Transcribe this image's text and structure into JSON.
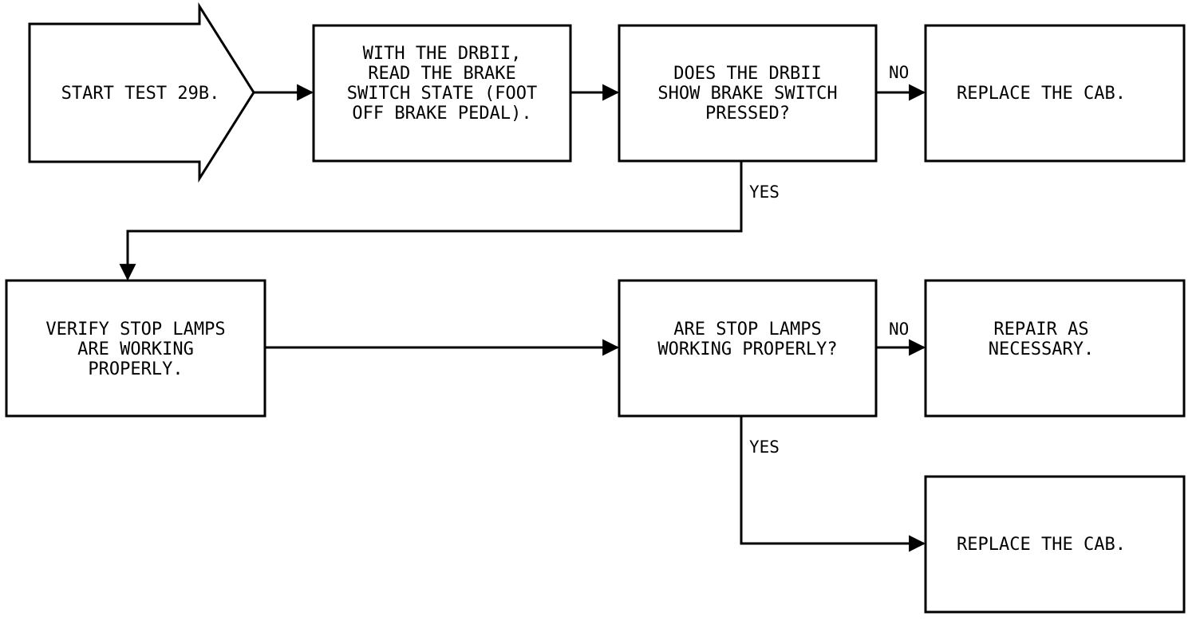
{
  "flowchart": {
    "start": "START TEST 29B.",
    "step_read_switch": [
      "WITH THE DRBII,",
      "READ THE BRAKE",
      "SWITCH STATE (FOOT",
      "OFF BRAKE PEDAL)."
    ],
    "question_pressed": [
      "DOES THE DRBII",
      "SHOW BRAKE SWITCH",
      "PRESSED?"
    ],
    "result_replace_1": "REPLACE THE CAB.",
    "step_verify_lamps": [
      "VERIFY STOP LAMPS",
      "ARE WORKING",
      "PROPERLY."
    ],
    "question_lamps": [
      "ARE STOP LAMPS",
      "WORKING PROPERLY?"
    ],
    "result_repair": [
      "REPAIR AS",
      "NECESSARY."
    ],
    "result_replace_2": "REPLACE THE CAB.",
    "labels": {
      "no_1": "NO",
      "yes_1": "YES",
      "no_2": "NO",
      "yes_2": "YES"
    }
  }
}
